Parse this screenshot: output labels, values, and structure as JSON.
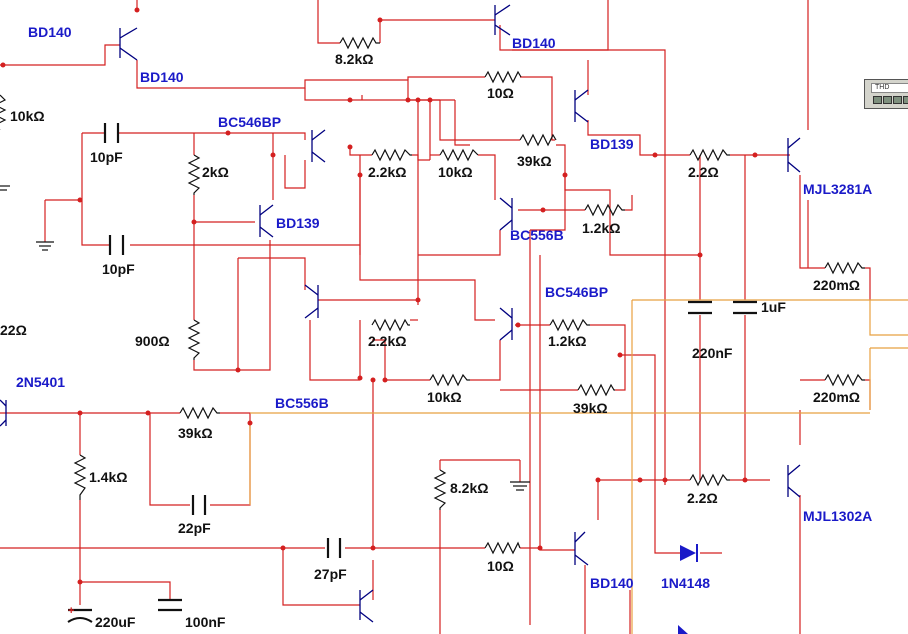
{
  "colors": {
    "wire": "#d42020",
    "wire_alt": "#e8a040",
    "component": "#000080",
    "part_label": "#1a1ac8",
    "value_label": "#111111",
    "diode": "#1a1ac8"
  },
  "instrument": {
    "name": "thd-analyzer",
    "screen_text": "THD"
  },
  "labels": {
    "parts": [
      {
        "text": "BD140"
      },
      {
        "text": "BD140"
      },
      {
        "text": "BD140"
      },
      {
        "text": "BC546BP"
      },
      {
        "text": "BD139"
      },
      {
        "text": "BD139"
      },
      {
        "text": "BC556B"
      },
      {
        "text": "MJL3281A"
      },
      {
        "text": "BC546BP"
      },
      {
        "text": "2N5401"
      },
      {
        "text": "BC556B"
      },
      {
        "text": "MJL1302A"
      },
      {
        "text": "BD140"
      },
      {
        "text": "1N4148"
      }
    ],
    "values": [
      {
        "text": "8.2kΩ"
      },
      {
        "text": "10kΩ"
      },
      {
        "text": "10Ω"
      },
      {
        "text": "10pF"
      },
      {
        "text": "2kΩ"
      },
      {
        "text": "2.2kΩ"
      },
      {
        "text": "10kΩ"
      },
      {
        "text": "39kΩ"
      },
      {
        "text": "2.2Ω"
      },
      {
        "text": "1.2kΩ"
      },
      {
        "text": "10pF"
      },
      {
        "text": "220mΩ"
      },
      {
        "text": "1uF"
      },
      {
        "text": "22Ω"
      },
      {
        "text": "900Ω"
      },
      {
        "text": "2.2kΩ"
      },
      {
        "text": "1.2kΩ"
      },
      {
        "text": "220nF"
      },
      {
        "text": "10kΩ"
      },
      {
        "text": "39kΩ"
      },
      {
        "text": "220mΩ"
      },
      {
        "text": "39kΩ"
      },
      {
        "text": "1.4kΩ"
      },
      {
        "text": "8.2kΩ"
      },
      {
        "text": "2.2Ω"
      },
      {
        "text": "22pF"
      },
      {
        "text": "27pF"
      },
      {
        "text": "10Ω"
      },
      {
        "text": "220uF"
      },
      {
        "text": "100nF"
      },
      {
        "text": "+"
      }
    ]
  }
}
